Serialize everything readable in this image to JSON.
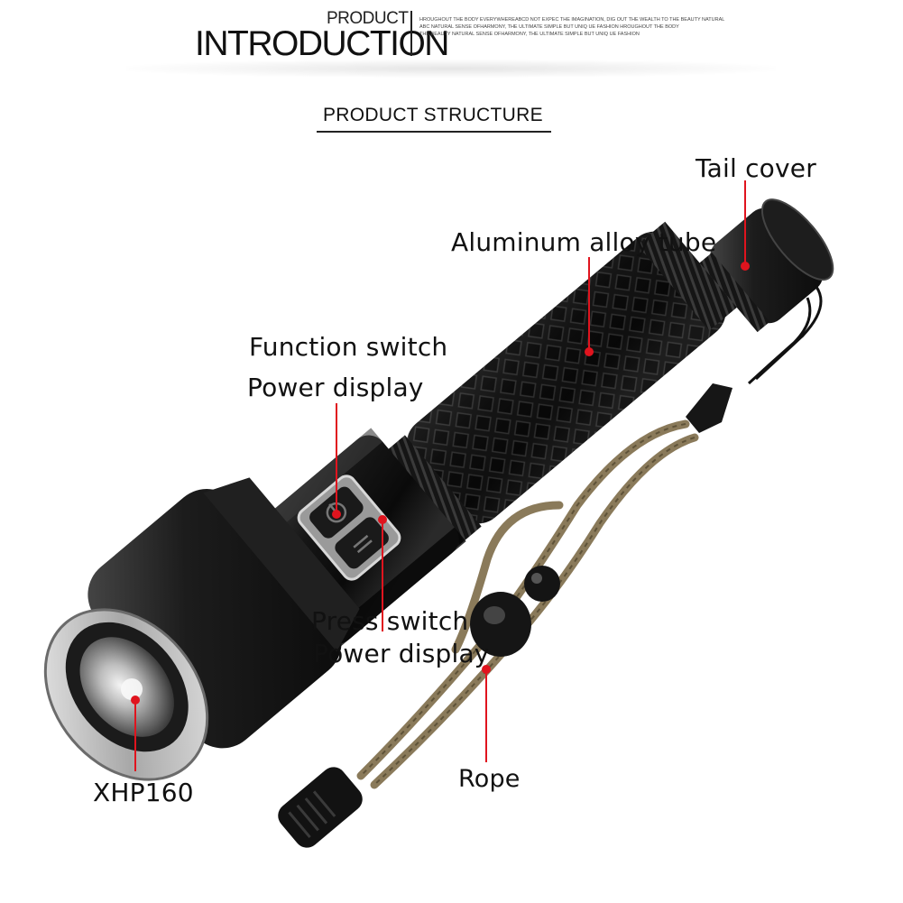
{
  "header": {
    "small_title": "PRODUCT",
    "big_title": "INTRODUCTION",
    "blurb_lines": [
      "HROUGHOUT THE BODY EVERYWHEREABCD NOT EXPEC THE IMAGINATION, DIG OUT THE WEALTH TO THE BEAUTY NATURAL",
      "ABC NATURAL SENSE OFHARMONY, THE ULTIMATE SIMPLE BUT UNIQ UE FASHION HROUGHOUT THE BODY",
      "THE BEAUTY NATURAL SENSE OFHARMONY, THE ULTIMATE SIMPLE BUT UNIQ UE FASHION"
    ]
  },
  "section_title": "PRODUCT STRUCTURE",
  "labels": {
    "tail_cover": "Tail cover",
    "aluminum_tube": "Aluminum alloy tube",
    "function_switch": "Function switch",
    "power_display_top": "Power display",
    "press_switch": "Press switch",
    "power_display_bottom": "Power display",
    "rope": "Rope",
    "led": "XHP160"
  },
  "colors": {
    "body": "#141414",
    "highlight": "#5a5a5a",
    "bezel": "#c9c9c9",
    "rope": "#8a7a5a",
    "leader_line": "#e0141e"
  }
}
